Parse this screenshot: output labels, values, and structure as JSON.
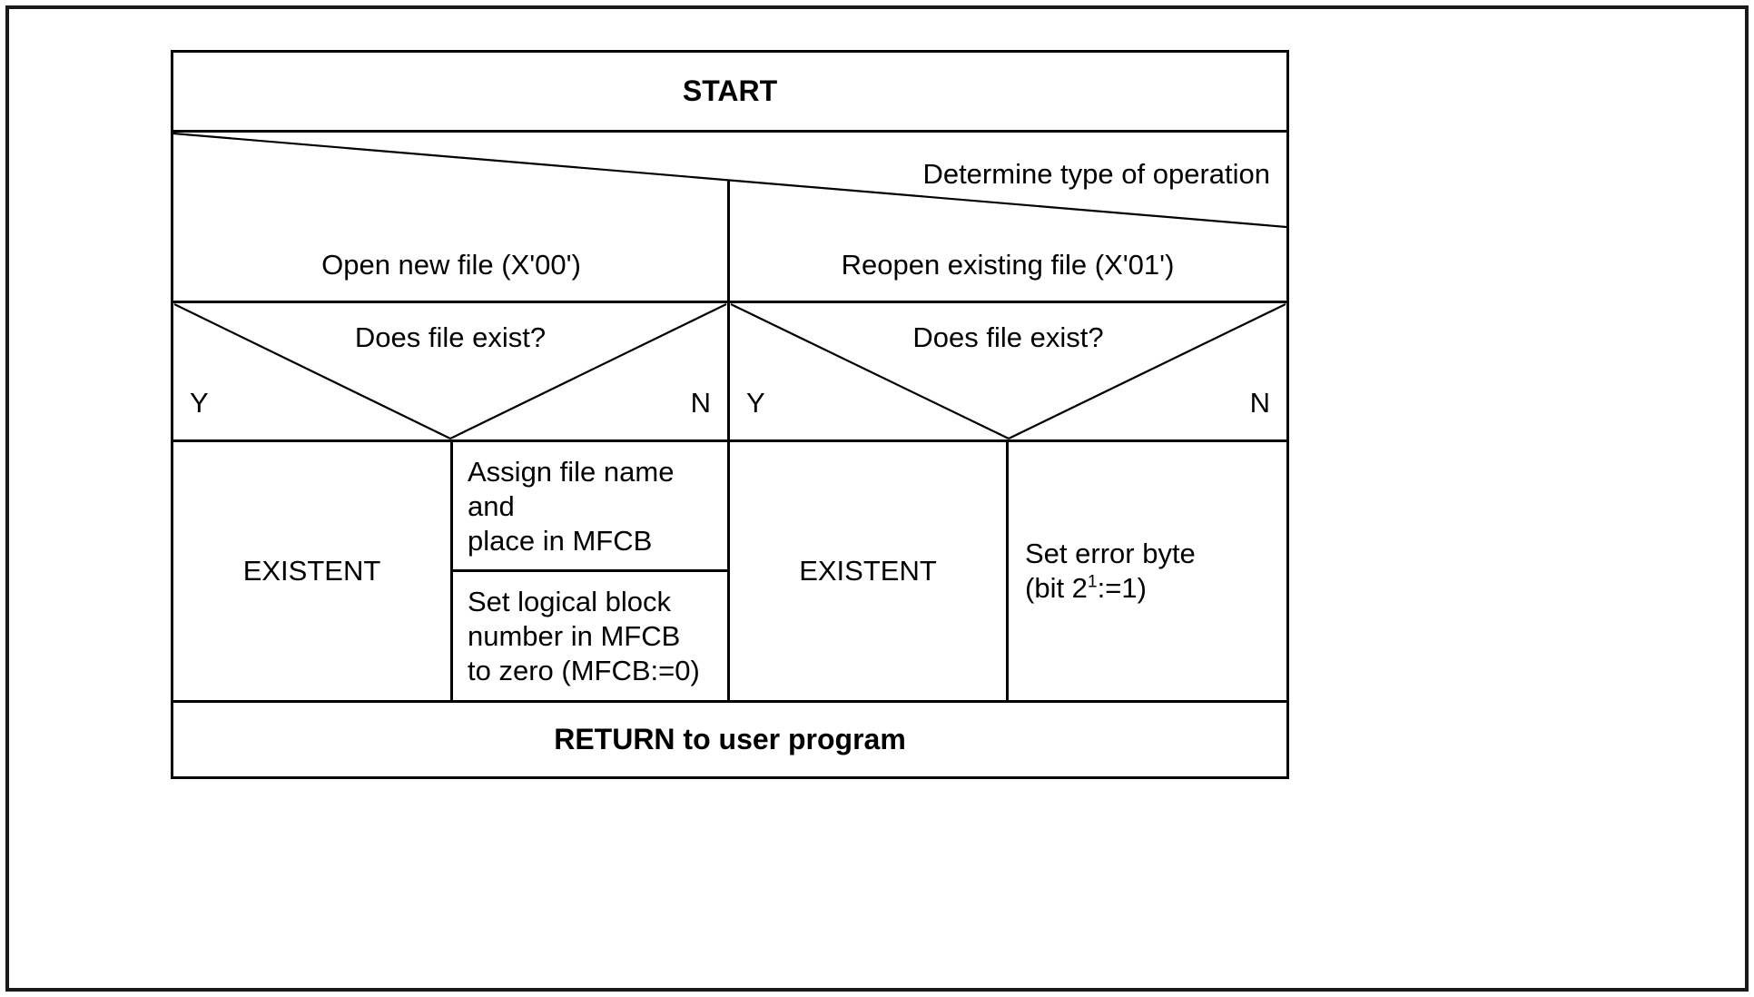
{
  "diagram": {
    "type": "nassi-shneiderman-structogram",
    "title_row": {
      "label": "START"
    },
    "branch_row": {
      "condition_label": "Determine type of operation",
      "branches": [
        {
          "label": "Open new file (X'00')"
        },
        {
          "label": "Reopen existing file (X'01')"
        }
      ]
    },
    "decision_rows": [
      {
        "question": "Does file exist?",
        "yes_label": "Y",
        "no_label": "N"
      },
      {
        "question": "Does file exist?",
        "yes_label": "Y",
        "no_label": "N"
      }
    ],
    "action_cells": [
      {
        "name": "left-yes",
        "text": "EXISTENT"
      },
      {
        "name": "left-no-top",
        "line1": "Assign file name",
        "line2": "and",
        "line3": "place in MFCB"
      },
      {
        "name": "left-no-bottom",
        "line1": "Set logical block",
        "line2": "number in MFCB",
        "line3": "to zero (MFCB:=0)"
      },
      {
        "name": "right-yes",
        "text": "EXISTENT"
      },
      {
        "name": "right-no",
        "line1": "Set error byte",
        "line2_pre": "(bit 2",
        "line2_sup": "1",
        "line2_post": ":=1)"
      }
    ],
    "footer_row": {
      "label": "RETURN to user program"
    },
    "colors": {
      "line": "#000000",
      "background": "#ffffff",
      "frame": "#1a1a1a"
    }
  }
}
